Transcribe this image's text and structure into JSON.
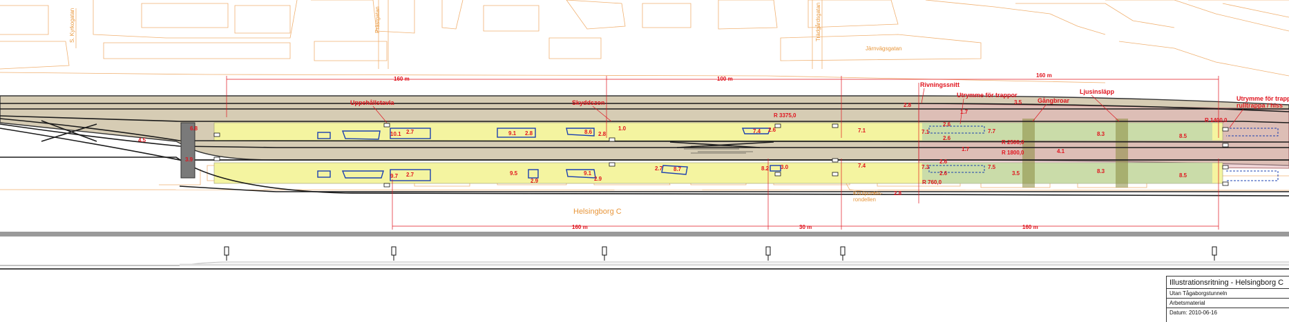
{
  "streets": {
    "kyrkogatan": "S. Kyrkogatan",
    "prastgatan": "Prästgatan",
    "tradgardsgatan": "Trädgårdsgatan",
    "jarnvagsgatan": "Järnvägsgatan",
    "knutpunkten": "Knutpunkts-",
    "knutpunkten2": "rondellen",
    "station": "Helsingborg C"
  },
  "dimensions_top": {
    "d1": "160 m",
    "d2": "100 m",
    "d3": "160 m"
  },
  "dimensions_bottom": {
    "d1": "160 m",
    "d2": "30 m",
    "d3": "160 m"
  },
  "labels": {
    "uppehallstavla": "Uppehållstavla",
    "skyddszon": "Skyddszon",
    "rivningssnitt": "Rivningssnitt",
    "utrymme_trappor": "Utrymme för trappor",
    "gangbroar": "Gångbroar",
    "ljusinslapp": "Ljusinsläpp",
    "utrymme_trappa_1": "Utrymme för trappa /",
    "utrymme_trappa_2": "rulltrappa / hiss",
    "r3375": "R 3375,0",
    "r1400": "R 1400,0",
    "r2500": "R 2500,0",
    "r1800": "R 1800,0",
    "r760": "R 760,0"
  },
  "measures": {
    "m45": "4.5",
    "m68": "6.8",
    "m39": "3.9",
    "m101": "10.1",
    "m27a": "2.7",
    "m97": "9.7",
    "m27b": "2.7",
    "m91": "9.1",
    "m28a": "2.8",
    "m95": "9.5",
    "m29a": "2.9",
    "m86": "8.6",
    "m28b": "2.8",
    "m10": "1.0",
    "m91b": "9.1",
    "m29b": "2.9",
    "m74a": "7.4",
    "m26": "2.6",
    "m27c": "2.7",
    "m87": "8.7",
    "m82": "8.2",
    "m30": "3.0",
    "m71": "7.1",
    "m74b": "7.4",
    "m28c": "2.8",
    "m28d": "2.8",
    "m71b": "7.1",
    "m73": "7.3",
    "m17a": "1.7",
    "m35a": "3.5",
    "m26b": "2.6",
    "m77": "7.7",
    "m26c": "2.6",
    "m17b": "1.7",
    "m41": "4.1",
    "m75": "7.5",
    "m35b": "3.5",
    "m26d": "2.6",
    "m26e": "2.6",
    "m83a": "8.3",
    "m85a": "8.5",
    "m83b": "8.3",
    "m85b": "8.5"
  },
  "title_block": {
    "title": "Illustrationsritning - Helsingborg C",
    "subtitle": "Utan Tågaborgstunneln",
    "status": "Arbetsmaterial",
    "date": "Datum: 2010-06-16"
  }
}
